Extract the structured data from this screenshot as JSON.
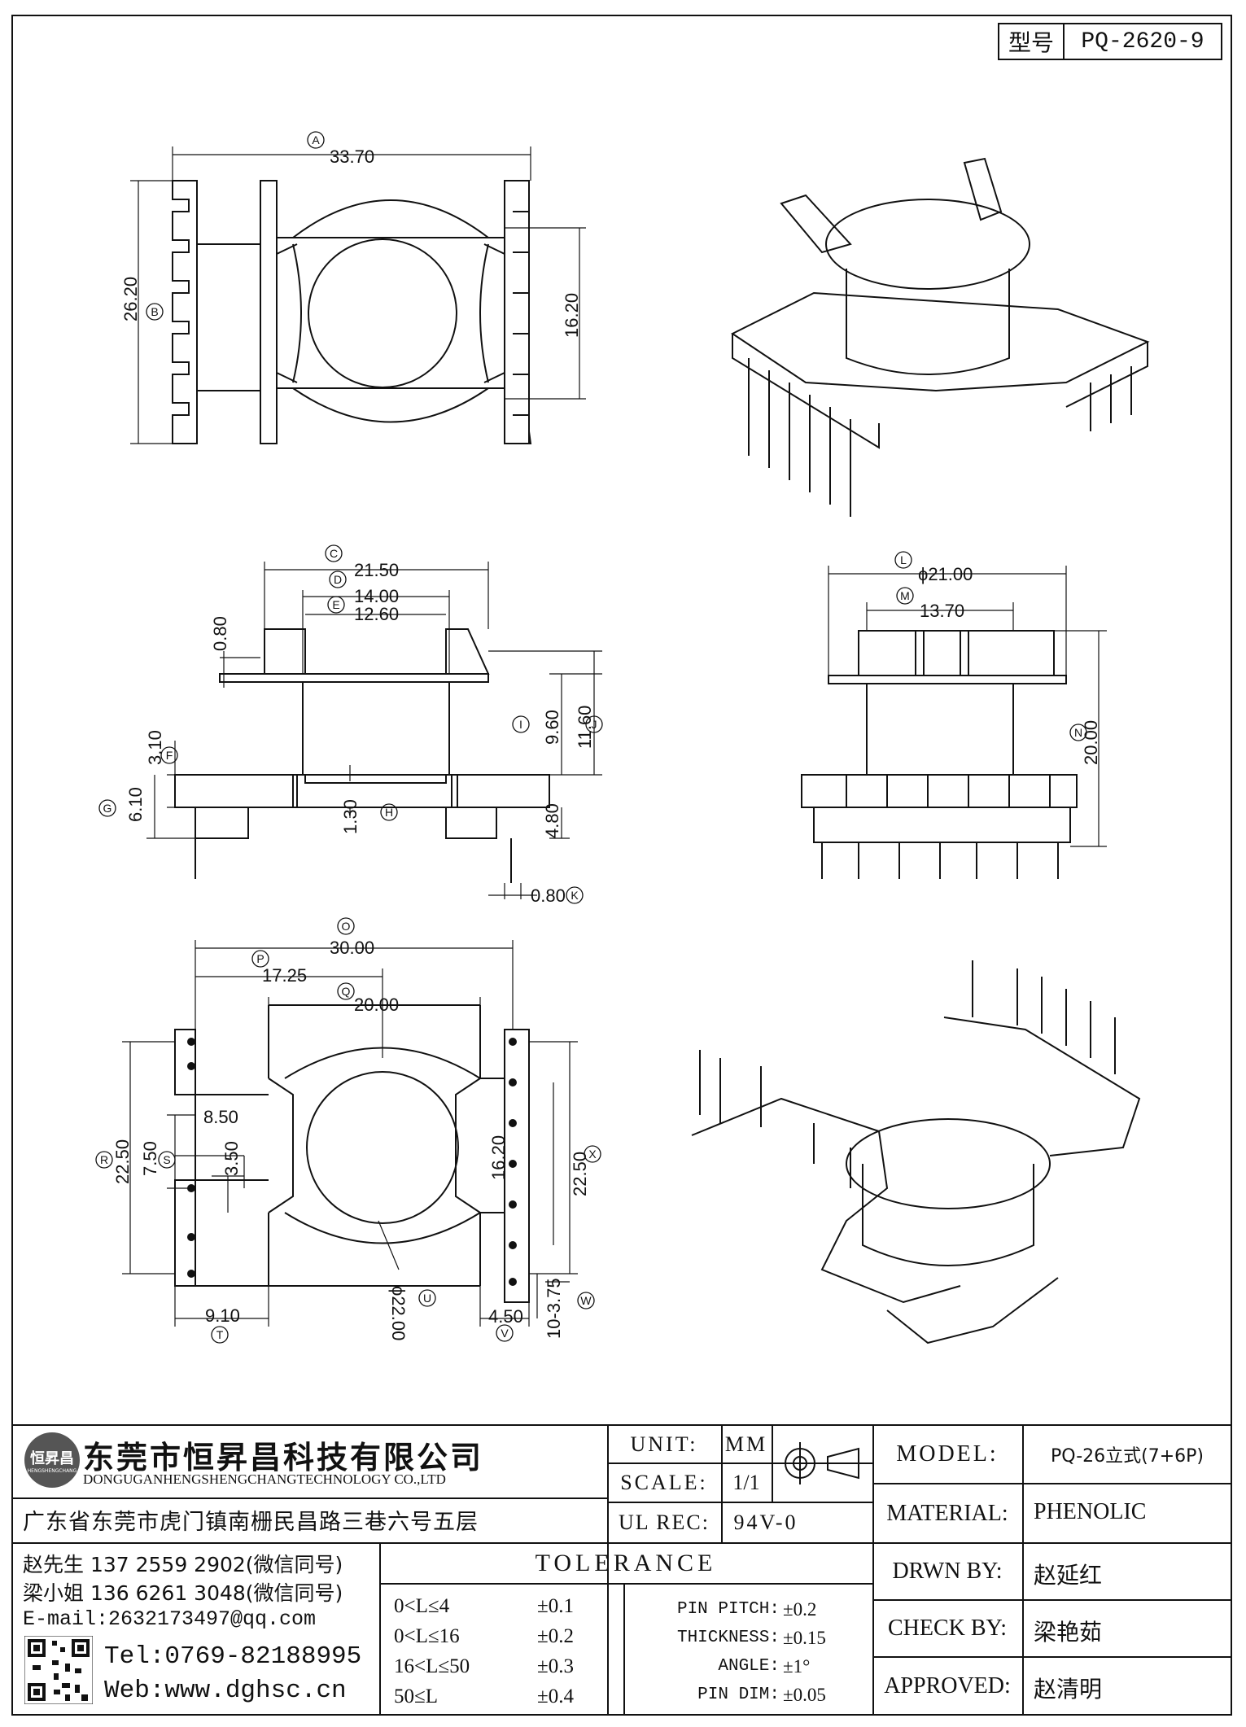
{
  "model_box": {
    "label": "型号",
    "value": "PQ-2620-9"
  },
  "dimensions": {
    "top_view": {
      "A": "33.70",
      "B": "26.20",
      "h16": "16.20"
    },
    "side_view": {
      "C": "21.50",
      "D": "14.00",
      "E": "12.60",
      "d080a": "0.80",
      "F": "3.10",
      "G": "6.10",
      "d130": "1.30",
      "I": "9.60",
      "J": "11.60",
      "d480": "4.80",
      "K": "0.80"
    },
    "right_side": {
      "L": "ϕ21.00",
      "M": "13.70",
      "N": "20.00"
    },
    "bottom_view": {
      "O": "30.00",
      "P": "17.25",
      "Q": "20.00",
      "R": "22.50",
      "S": "7.50",
      "d850": "8.50",
      "d350": "3.50",
      "d1620": "16.20",
      "X": "22.50",
      "T": "9.10",
      "U": "ϕ22.00",
      "V": "4.50",
      "W": "10-3.75"
    }
  },
  "balloons": [
    "A",
    "B",
    "C",
    "D",
    "E",
    "F",
    "G",
    "H",
    "I",
    "J",
    "K",
    "L",
    "M",
    "N",
    "O",
    "P",
    "Q",
    "R",
    "S",
    "T",
    "U",
    "V",
    "W",
    "X"
  ],
  "company": {
    "name_cn": "东莞市恒昇昌科技有限公司",
    "name_en": "DONGUGANHENGSHENGCHANGTECHNOLOGY CO.,LTD",
    "logo_text": "恒昇昌",
    "logo_sub": "HENGSHENGCHANG",
    "address": "广东省东莞市虎门镇南栅民昌路三巷六号五层",
    "contact1": "赵先生 137 2559 2902(微信同号)",
    "contact2": "梁小姐 136 6261 3048(微信同号)",
    "email": "E-mail:2632173497@qq.com",
    "tel": "Tel:0769-82188995",
    "web": "Web:www.dghsc.cn"
  },
  "specs": {
    "unit_label": "UNIT:",
    "unit_value": "MM",
    "scale_label": "SCALE:",
    "scale_value": "1/1",
    "ulrec_label": "UL REC:",
    "ulrec_value": "94V-0"
  },
  "tolerance": {
    "title": "TOLERANCE",
    "rows": [
      {
        "range": "0<L≤4",
        "tol": "±0.1"
      },
      {
        "range": "0<L≤16",
        "tol": "±0.2"
      },
      {
        "range": "16<L≤50",
        "tol": "±0.3"
      },
      {
        "range": "50≤L",
        "tol": "±0.4"
      }
    ],
    "extra": [
      {
        "label": "PIN PITCH:",
        "tol": "±0.2"
      },
      {
        "label": "THICKNESS:",
        "tol": "±0.15"
      },
      {
        "label": "ANGLE:",
        "tol": "±1°"
      },
      {
        "label": "PIN DIM:",
        "tol": "±0.05"
      }
    ]
  },
  "info": {
    "model_label": "MODEL:",
    "model_value": "PQ-26立式(7+6P)",
    "material_label": "MATERIAL:",
    "material_value": "PHENOLIC",
    "drawn_label": "DRWN BY:",
    "drawn_value": "赵延红",
    "check_label": "CHECK BY:",
    "check_value": "梁艳茹",
    "approved_label": "APPROVED:",
    "approved_value": "赵清明"
  }
}
